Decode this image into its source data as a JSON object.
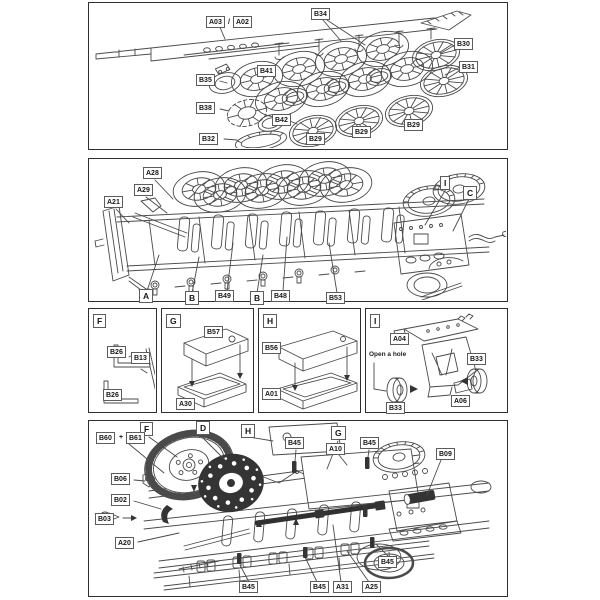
{
  "colors": {
    "ink": "#4a4a4a",
    "dark": "#343434",
    "paper": "#ffffff",
    "label_border": "#5c5c5c"
  },
  "panels": {
    "running_gear": {
      "description": "exploded wheels and axle beam",
      "labels": [
        "A03",
        "/",
        "A02",
        "B34",
        "B30",
        "B31",
        "B35",
        "B41",
        "B38",
        "B42",
        "B29",
        "B29",
        "B29",
        "B32"
      ]
    },
    "chassis_side": {
      "description": "chassis with suspension arms and road wheels",
      "labels": [
        "A28",
        "A29",
        "A21",
        "I",
        "C",
        "A",
        "B",
        "B49",
        "B",
        "B48",
        "B53"
      ]
    },
    "step_f": {
      "header": "F",
      "labels": [
        "B26",
        "B13",
        "B26"
      ]
    },
    "step_g": {
      "header": "G",
      "labels": [
        "B57",
        "A30"
      ]
    },
    "step_h": {
      "header": "H",
      "labels": [
        "B56",
        "A01"
      ]
    },
    "step_i": {
      "header": "I",
      "note": "Open a hole",
      "labels": [
        "A04",
        "B33",
        "A06",
        "B33"
      ]
    },
    "bottom_chassis": {
      "description": "underside chassis assembly",
      "labels": [
        "F",
        "B60",
        "+",
        "B61",
        "D",
        "H",
        "B45",
        "G",
        "A10",
        "B45",
        "B09",
        "B06",
        "B02",
        "B03",
        "A20",
        "B45",
        "B45",
        "B45",
        "A31",
        "A25"
      ]
    }
  }
}
